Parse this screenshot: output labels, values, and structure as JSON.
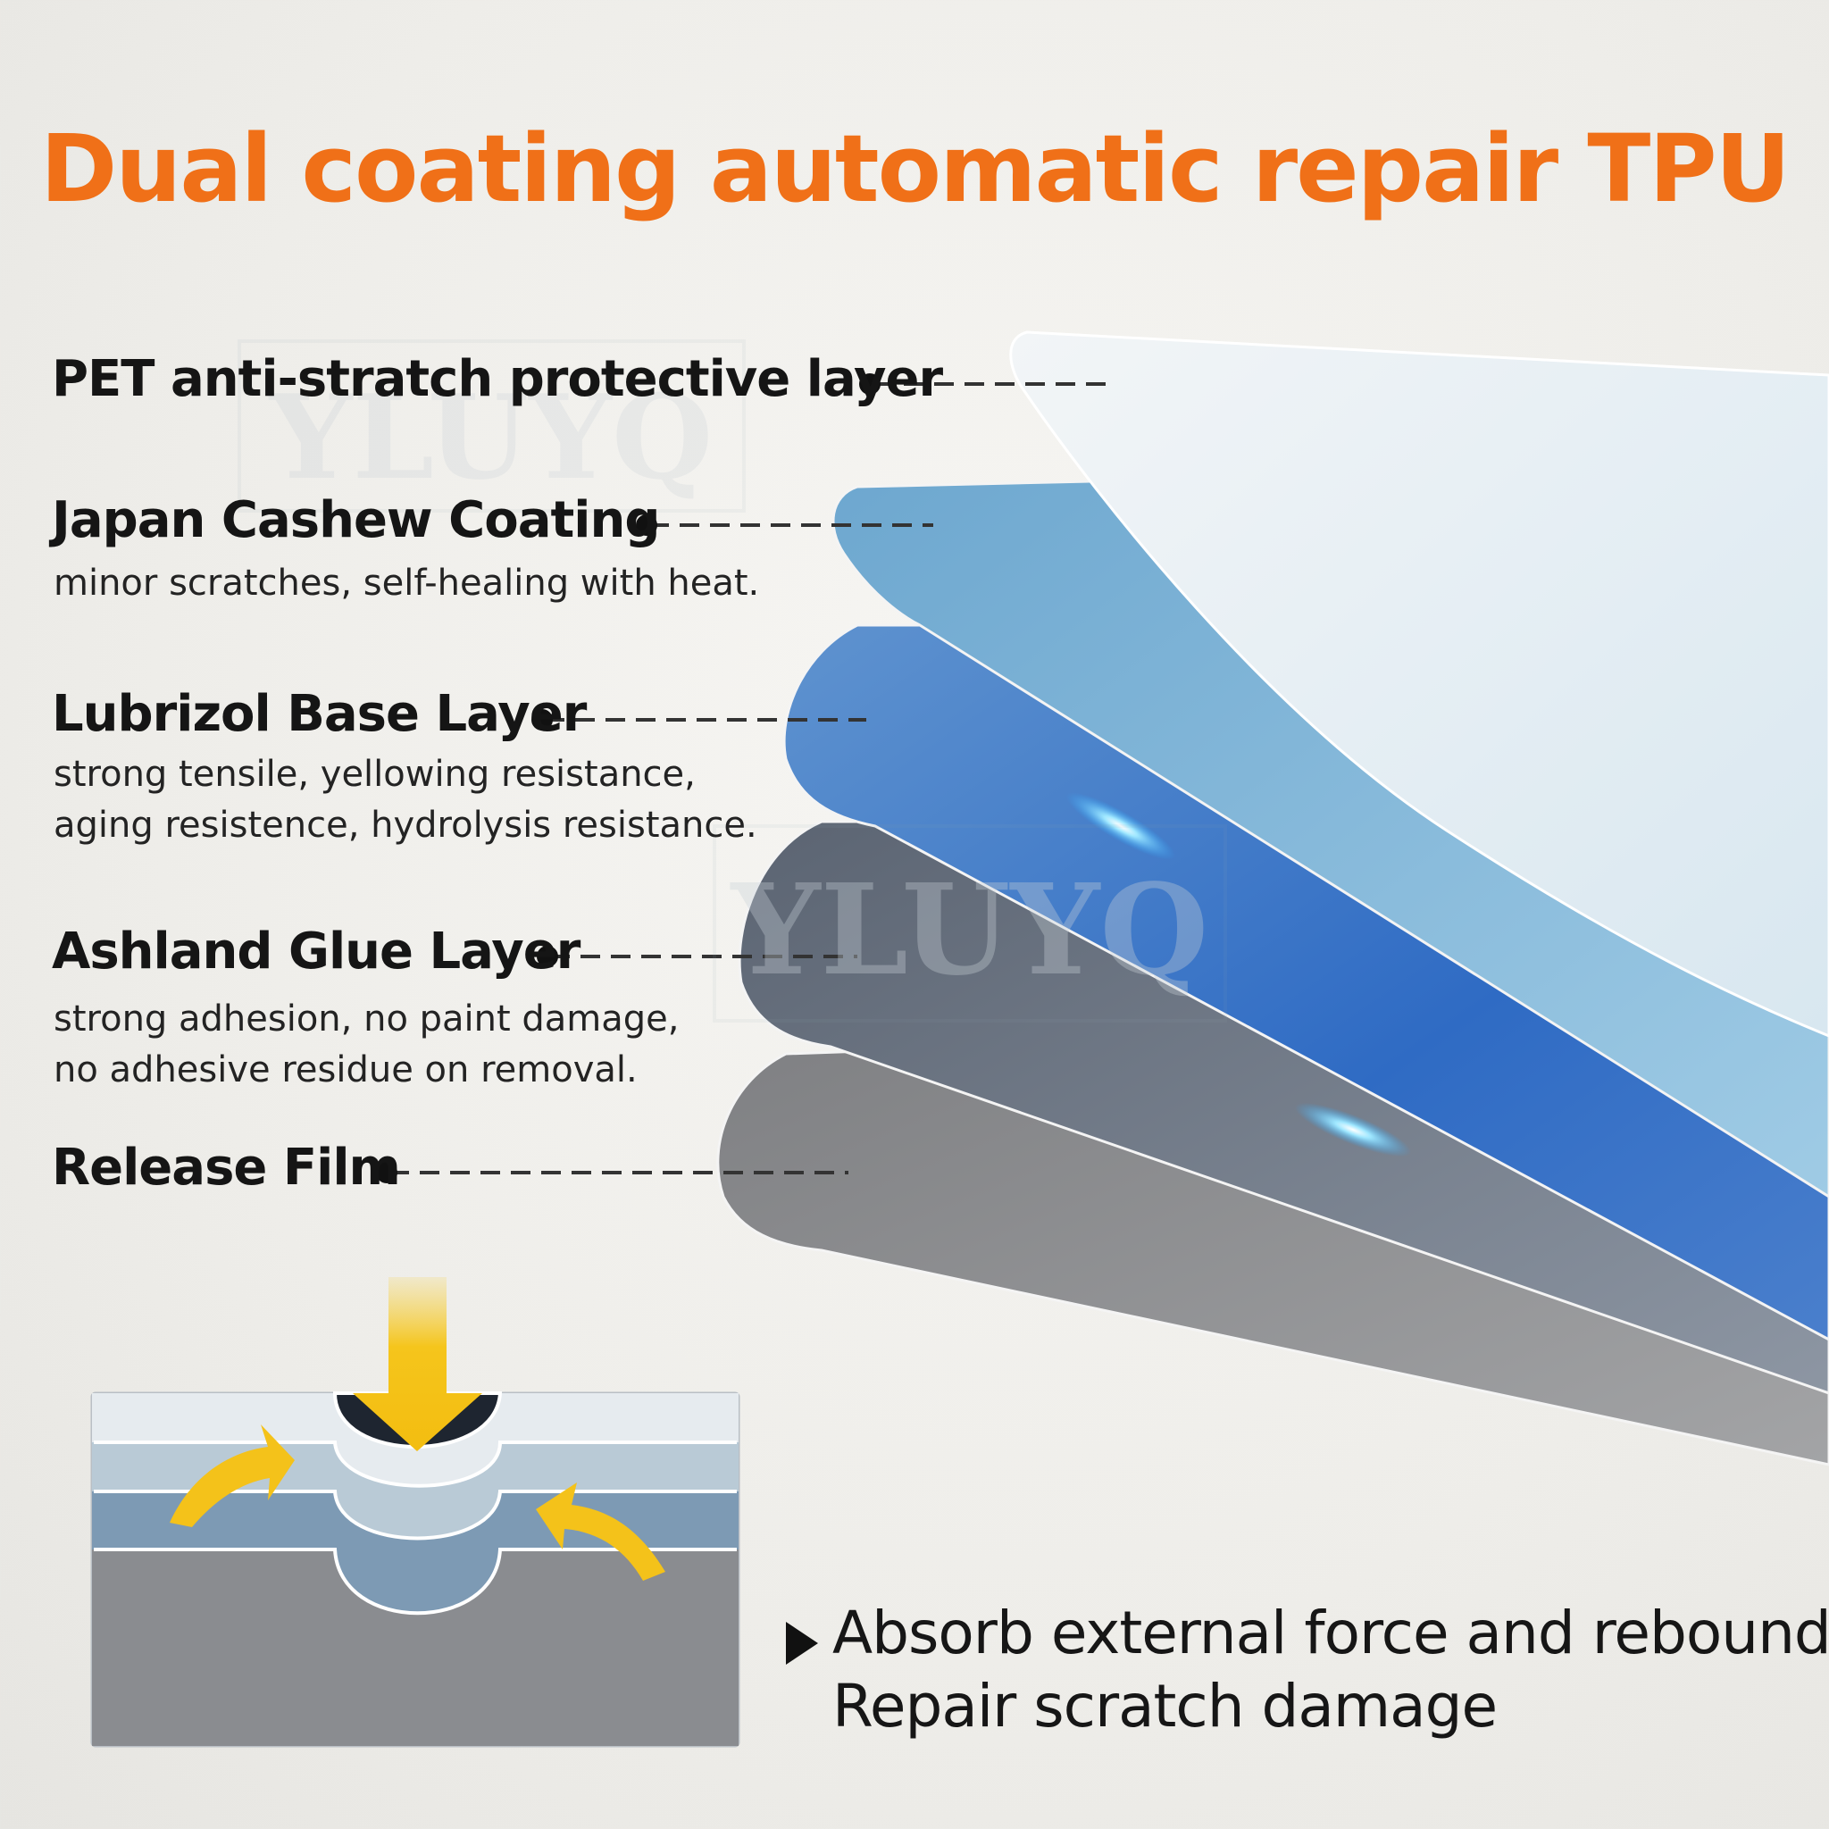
{
  "title": "Dual coating automatic repair TPU",
  "watermark": "YLUYQ",
  "layers": [
    {
      "name": "PET anti-stratch protective layer",
      "desc": []
    },
    {
      "name": "Japan Cashew Coating",
      "desc": [
        "minor scratches, self-healing with heat."
      ]
    },
    {
      "name": "Lubrizol Base Layer",
      "desc": [
        "strong tensile, yellowing resistance,",
        "aging resistence, hydrolysis resistance."
      ]
    },
    {
      "name": "Ashland Glue Layer",
      "desc": [
        "strong adhesion, no paint damage,",
        "no adhesive residue on removal."
      ]
    },
    {
      "name": "Release Film",
      "desc": []
    }
  ],
  "feature": {
    "line1": "Absorb external force and rebound",
    "line2": "Repair scratch damage"
  },
  "colors": {
    "title": "#f07018",
    "pet": "#eaf1f6",
    "cashew": "#7ab6d9",
    "base": "#3a78c8",
    "glue": "#6f7d90",
    "release": "#8a8b8d",
    "arrow": "#f4c21a"
  }
}
